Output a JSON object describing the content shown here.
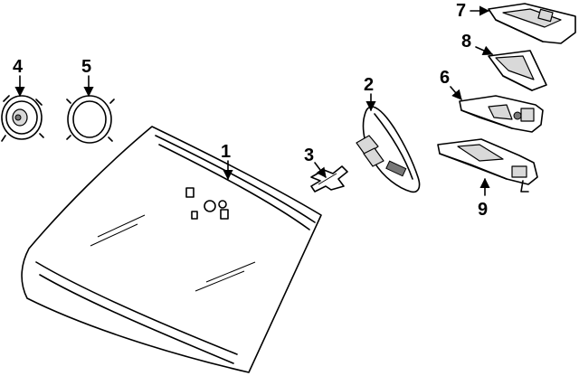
{
  "diagram": {
    "callouts": [
      {
        "id": "1",
        "label": "1"
      },
      {
        "id": "2",
        "label": "2"
      },
      {
        "id": "3",
        "label": "3"
      },
      {
        "id": "4",
        "label": "4"
      },
      {
        "id": "5",
        "label": "5"
      },
      {
        "id": "6",
        "label": "6"
      },
      {
        "id": "7",
        "label": "7"
      },
      {
        "id": "8",
        "label": "8"
      },
      {
        "id": "9",
        "label": "9"
      }
    ],
    "parts": [
      "windshield-glass",
      "rearview-mirror",
      "mirror-bracket",
      "sensor-4",
      "sensor-5",
      "cover-6",
      "cover-7",
      "cover-8",
      "cover-9"
    ]
  }
}
